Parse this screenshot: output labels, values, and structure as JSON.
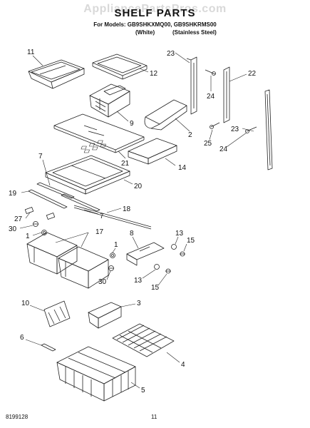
{
  "header": {
    "watermark": "AppliancePartsPros.com",
    "title": "SHELF PARTS",
    "models": "For Models: GB9SHKXMQ00, GB9SHKRMS00",
    "variant_white": "(White)",
    "variant_stainless": "(Stainless Steel)"
  },
  "footer": {
    "doc_number": "8199128",
    "page_number": "11"
  },
  "callouts": {
    "c11": "11",
    "c12": "12",
    "c9": "9",
    "c23a": "23",
    "c24a": "24",
    "c22": "22",
    "c2": "2",
    "c21": "21",
    "c14": "14",
    "c25": "25",
    "c23b": "23",
    "c24b": "24",
    "c7a": "7",
    "c20": "20",
    "c19": "19",
    "c18": "18",
    "c27": "27",
    "c7b": "7",
    "c30a": "30",
    "c17": "17",
    "c1a": "1",
    "c8": "8",
    "c13a": "13",
    "c15a": "15",
    "c1b": "1",
    "c30b": "30",
    "c13b": "13",
    "c15b": "15",
    "c10": "10",
    "c3": "3",
    "c6": "6",
    "c4": "4",
    "c5": "5"
  }
}
